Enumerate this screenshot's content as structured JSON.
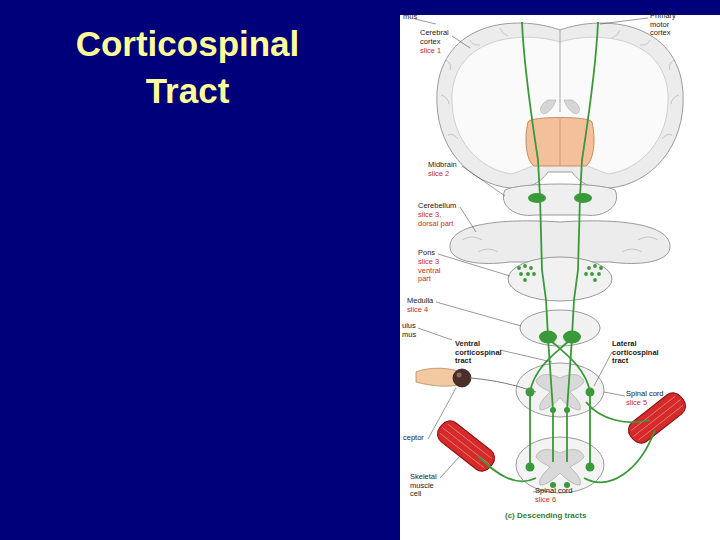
{
  "diagram": {
    "title": "Corticospinal Tract",
    "caption": "(c) Descending tracts",
    "labels": [
      "mus",
      "Primary motor cortex",
      "Cerebral cortex",
      "slice 1",
      "Midbrain",
      "slice 2",
      "Cerebellum",
      "slice 3, dorsal part",
      "Pons",
      "slice 3 ventral part",
      "Medulla",
      "slice 4",
      "ulus mus",
      "Ventral corticospinal tract",
      "Lateral corticospinal tract",
      "Spinal cord",
      "slice 5",
      "ceptor",
      "Skeletal muscle cell",
      "Spinal cord",
      "slice 6"
    ]
  }
}
